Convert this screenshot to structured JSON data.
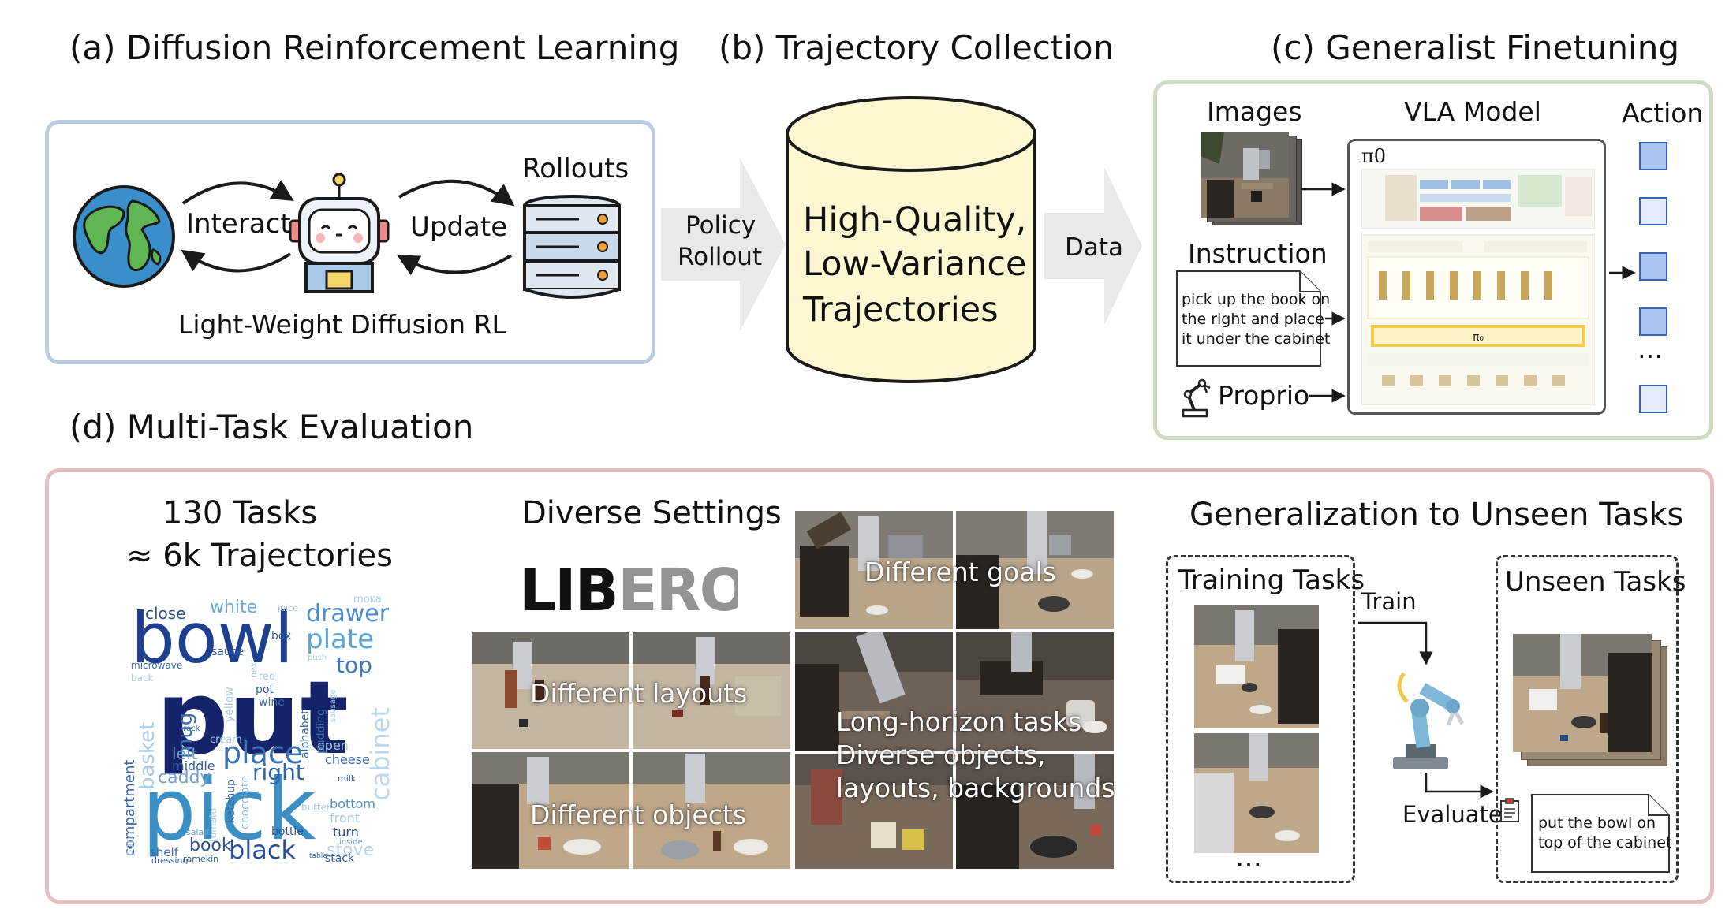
{
  "sections": {
    "a_title": "(a) Diffusion Reinforcement Learning",
    "b_title": "(b) Trajectory Collection",
    "c_title": "(c) Generalist Finetuning",
    "d_title": "(d) Multi-Task Evaluation"
  },
  "panel_a": {
    "interact": "Interact",
    "update": "Update",
    "rollouts": "Rollouts",
    "caption": "Light-Weight Diffusion RL"
  },
  "arrow_policy": {
    "line1": "Policy",
    "line2": "Rollout"
  },
  "panel_b": {
    "line1": "High-Quality,",
    "line2": "Low-Variance",
    "line3": "Trajectories"
  },
  "arrow_data": {
    "label": "Data"
  },
  "panel_c": {
    "images": "Images",
    "vla_model": "VLA Model",
    "action": "Action",
    "instruction": "Instruction",
    "instruction_text": [
      "pick up the book on",
      "the right and place",
      "it under the cabinet"
    ],
    "proprio": "Proprio",
    "pi0_label": "π0",
    "pi0_inner": "π₀",
    "action_dots": "…"
  },
  "panel_d": {
    "tasks_line1": "130 Tasks",
    "tasks_line2": "≈  6k Trajectories",
    "diverse_settings": "Diverse Settings",
    "libero_logo": "LIBERO",
    "different_goals": "Different goals",
    "different_layouts": "Different layouts",
    "long_horizon": "Long-horizon tasks",
    "diverse_line1": "Diverse objects,",
    "diverse_line2": "layouts, backgrounds",
    "different_objects": "Different objects",
    "generalization": "Generalization to Unseen Tasks",
    "training_tasks": "Training Tasks",
    "unseen_tasks": "Unseen Tasks",
    "train": "Train",
    "evaluate": "Evaluate",
    "training_dots": "…",
    "unseen_instruction": [
      "put the bowl on",
      "top of the cabinet"
    ]
  },
  "wordcloud": [
    {
      "text": "bowl",
      "color": "#1f3f8f"
    },
    {
      "text": "put",
      "color": "#15246a"
    },
    {
      "text": "pick",
      "color": "#3b8fc4"
    },
    {
      "text": "place",
      "color": "#3c6fb4"
    },
    {
      "text": "drawer",
      "color": "#4c8cc8"
    },
    {
      "text": "plate",
      "color": "#5aa6d8"
    },
    {
      "text": "top",
      "color": "#3a7ab8"
    },
    {
      "text": "black",
      "color": "#2a4f9a"
    },
    {
      "text": "cabinet",
      "color": "#bcd8ec"
    },
    {
      "text": "basket",
      "color": "#a8cde8"
    },
    {
      "text": "right",
      "color": "#2e64a8"
    },
    {
      "text": "close",
      "color": "#2c4f92"
    },
    {
      "text": "white",
      "color": "#6aa8d8"
    },
    {
      "text": "mug",
      "color": "#3d6eb0"
    },
    {
      "text": "compartment",
      "color": "#3566a8"
    },
    {
      "text": "caddy",
      "color": "#6f9fcc"
    },
    {
      "text": "book",
      "color": "#2b4d94"
    },
    {
      "text": "stove",
      "color": "#b9d6ea"
    },
    {
      "text": "left",
      "color": "#6aa0cc"
    },
    {
      "text": "middle",
      "color": "#2f5a9a"
    },
    {
      "text": "cheese",
      "color": "#3a6aa8"
    },
    {
      "text": "bottom",
      "color": "#4d8fc8"
    },
    {
      "text": "front",
      "color": "#a9cbe6"
    },
    {
      "text": "turn",
      "color": "#2c4f92"
    },
    {
      "text": "open",
      "color": "#a8cce6"
    },
    {
      "text": "shelf",
      "color": "#3a6aa8"
    },
    {
      "text": "stack",
      "color": "#2f5a9a"
    },
    {
      "text": "bottle",
      "color": "#2c4f92"
    },
    {
      "text": "alphabet",
      "color": "#3a6aa8"
    },
    {
      "text": "pudding",
      "color": "#3d6eb0"
    },
    {
      "text": "chocolate",
      "color": "#8fbde0"
    },
    {
      "text": "ketchup",
      "color": "#3a6aa8"
    },
    {
      "text": "wine",
      "color": "#3a6aa8"
    },
    {
      "text": "pot",
      "color": "#2f5a9a"
    },
    {
      "text": "sauce",
      "color": "#2f5a9a"
    },
    {
      "text": "box",
      "color": "#2f5a9a"
    },
    {
      "text": "moka",
      "color": "#a8cce6"
    },
    {
      "text": "juice",
      "color": "#a8cce6"
    },
    {
      "text": "microwave",
      "color": "#3a6aa8"
    },
    {
      "text": "back",
      "color": "#a8cce6"
    },
    {
      "text": "red",
      "color": "#a8cce6"
    },
    {
      "text": "yellow",
      "color": "#a8cce6"
    },
    {
      "text": "cream",
      "color": "#a8cce6"
    },
    {
      "text": "milk",
      "color": "#2f5a9a"
    },
    {
      "text": "salad",
      "color": "#6aa0cc"
    },
    {
      "text": "dressing",
      "color": "#3a6aa8"
    },
    {
      "text": "ramekin",
      "color": "#2f5a9a"
    },
    {
      "text": "butter",
      "color": "#a8cce6"
    },
    {
      "text": "tomato",
      "color": "#a8cce6"
    },
    {
      "text": "inside",
      "color": "#6aa0cc"
    },
    {
      "text": "table",
      "color": "#3a6aa8"
    },
    {
      "text": "rack",
      "color": "#3a6aa8"
    },
    {
      "text": "next",
      "color": "#a8cce6"
    },
    {
      "text": "pan",
      "color": "#a8cce6"
    },
    {
      "text": "push",
      "color": "#a8cce6"
    },
    {
      "text": "sausage",
      "color": "#a8cce6"
    }
  ],
  "colors": {
    "panel_a_border": "#b9cbe0",
    "panel_c_border": "#cfdcc4",
    "panel_d_border": "#e3bfbf",
    "cylinder_fill": "#fdf8d2",
    "action_fill": "#a9c4ef",
    "action_fill_light": "#dde8f8"
  }
}
